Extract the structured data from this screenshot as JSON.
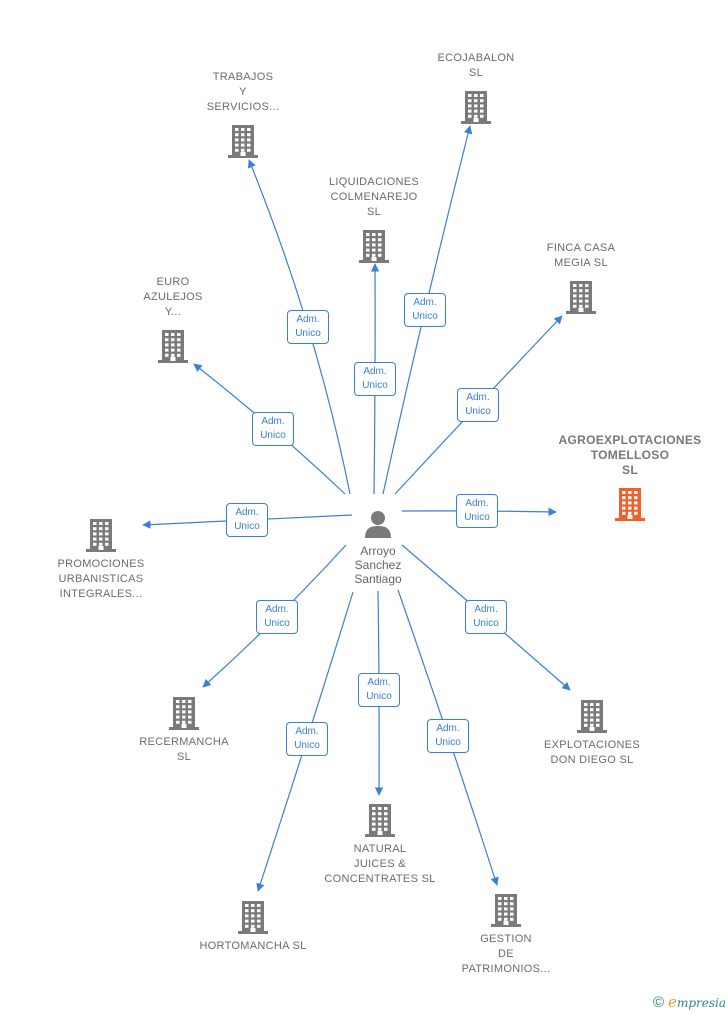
{
  "person": {
    "name": "Arroyo\nSanchez\nSantiago",
    "icon": "person-icon"
  },
  "badge_label": "Adm.\nUnico",
  "companies": [
    {
      "id": "trabajos",
      "name": "TRABAJOS\nY\nSERVICIOS...",
      "highlight": false
    },
    {
      "id": "ecojabalon",
      "name": "ECOJABALON\nSL",
      "highlight": false
    },
    {
      "id": "liquidaciones",
      "name": "LIQUIDACIONES\nCOLMENAREJO\nSL",
      "highlight": false
    },
    {
      "id": "finca",
      "name": "FINCA CASA\nMEGIA SL",
      "highlight": false
    },
    {
      "id": "euro",
      "name": "EURO\nAZULEJOS\nY...",
      "highlight": false
    },
    {
      "id": "agro",
      "name": "AGROEXPLOTACIONES\nTOMELLOSO\nSL",
      "highlight": true
    },
    {
      "id": "promociones",
      "name": "PROMOCIONES\nURBANISTICAS\nINTEGRALES...",
      "highlight": false
    },
    {
      "id": "recermancha",
      "name": "RECERMANCHA\nSL",
      "highlight": false
    },
    {
      "id": "explotaciones",
      "name": "EXPLOTACIONES\nDON DIEGO SL",
      "highlight": false
    },
    {
      "id": "natural",
      "name": "NATURAL\nJUICES &\nCONCENTRATES SL",
      "highlight": false
    },
    {
      "id": "hortomancha",
      "name": "HORTOMANCHA SL",
      "highlight": false
    },
    {
      "id": "gestion",
      "name": "GESTION\nDE\nPATRIMONIOS...",
      "highlight": false
    }
  ],
  "colors": {
    "edge": "#3a7fd5",
    "building": "#7a7a7a",
    "highlight": "#f0602a",
    "person": "#7a7a7a"
  },
  "footer": {
    "copyright": "©",
    "brand_initial": "e",
    "brand_rest": "mpresia"
  }
}
